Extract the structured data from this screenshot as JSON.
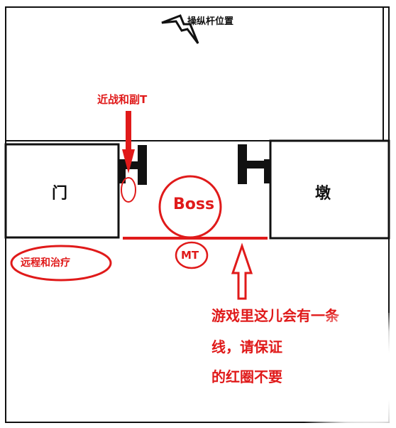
{
  "labels": {
    "lever_position": "操纵杆位置",
    "door": "门",
    "pillar": "墩",
    "boss": "Boss",
    "mt": "MT",
    "melee_and_offtank": "近战和副T",
    "ranged_and_healer": "远程和治疗"
  },
  "note": {
    "line1": "游戏里这儿会有一条",
    "line2": "线，请保证",
    "line3": "的红圈不要"
  },
  "icons": {
    "lever": "lightning-bolt-icon"
  },
  "colors": {
    "annotation_red": "#e01a1a",
    "outline_black": "#111111",
    "background": "#ffffff"
  }
}
